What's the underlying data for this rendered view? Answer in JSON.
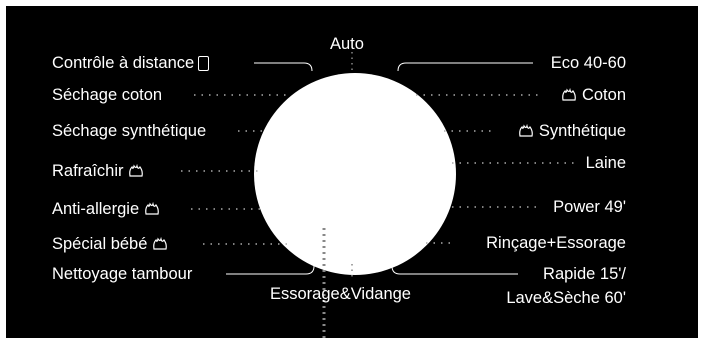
{
  "dial": {
    "center": "Auto",
    "bottom": "Essorage&Vidange"
  },
  "left_programs": [
    {
      "label": "Contrôle à distance",
      "icon": "phone-icon"
    },
    {
      "label": "Séchage coton",
      "icon": ""
    },
    {
      "label": "Séchage synthétique",
      "icon": ""
    },
    {
      "label": "Rafraîchir",
      "icon": "steam-icon"
    },
    {
      "label": "Anti-allergie",
      "icon": "steam-icon"
    },
    {
      "label": "Spécial bébé",
      "icon": "steam-icon"
    },
    {
      "label": "Nettoyage tambour",
      "icon": ""
    }
  ],
  "right_programs": [
    {
      "label": "Eco 40-60",
      "icon": ""
    },
    {
      "label": "Coton",
      "icon": "steam-icon"
    },
    {
      "label": "Synthétique",
      "icon": "steam-icon"
    },
    {
      "label": "Laine",
      "icon": ""
    },
    {
      "label": "Power 49'",
      "icon": ""
    },
    {
      "label": "Rinçage+Essorage",
      "icon": ""
    },
    {
      "label": "Rapide 15'/",
      "icon": ""
    },
    {
      "label": "Lave&Sèche 60'",
      "icon": ""
    }
  ],
  "colors": {
    "background": "#000000",
    "text": "#ffffff",
    "knob": "#ffffff",
    "marker": "#888888"
  }
}
